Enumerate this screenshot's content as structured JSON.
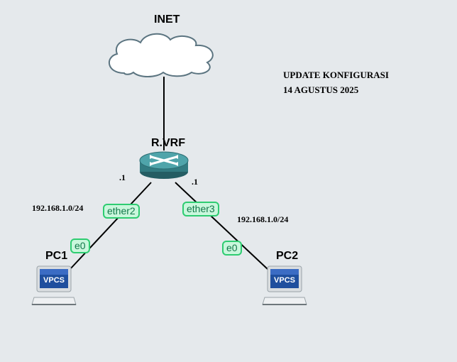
{
  "annotation": {
    "line1": "UPDATE KONFIGURASI",
    "line2": "14 AGUSTUS 2025"
  },
  "nodes": {
    "inet": {
      "label": "INET",
      "icon": "cloud-icon"
    },
    "router": {
      "label": "R.VRF",
      "icon": "router-icon"
    },
    "pc1": {
      "label": "PC1",
      "icon": "vpcs-computer-icon",
      "screen_text": "VPCS"
    },
    "pc2": {
      "label": "PC2",
      "icon": "vpcs-computer-icon",
      "screen_text": "VPCS"
    }
  },
  "links": {
    "router_pc1": {
      "router_port": "ether2",
      "pc_port": "e0",
      "router_ip": ".1",
      "subnet": "192.168.1.0/24"
    },
    "router_pc2": {
      "router_port": "ether3",
      "pc_port": "e0",
      "router_ip": ".1",
      "subnet": "192.168.1.0/24"
    }
  },
  "colors": {
    "background": "#e5e9ec",
    "port_fill": "#c9f7dc",
    "port_border": "#2ecc71",
    "router_body": "#3d8f95",
    "cloud_fill": "#ffffff",
    "cloud_stroke": "#5b7480"
  }
}
